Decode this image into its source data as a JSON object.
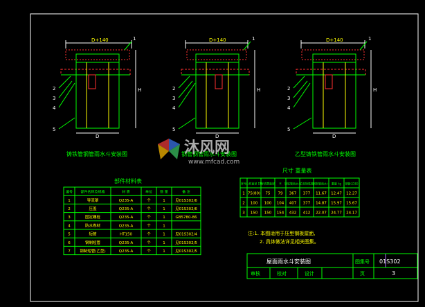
{
  "colors": {
    "background": "#000000",
    "frame": "#ffffff",
    "linework": "#00ff00",
    "green_text": "#00ff00",
    "yellow_text": "#ffff00",
    "dim": "#ffffff",
    "hatch": "#ff3030",
    "titlebox": "#b070ff"
  },
  "drawings": [
    {
      "dim_top": "D+140",
      "dim_bottom": "D",
      "dim_height": "H",
      "callouts": [
        "1",
        "2",
        "3",
        "4",
        "5"
      ],
      "caption": "铸铁管钢管雨水斗安装图"
    },
    {
      "dim_top": "D+140",
      "dim_bottom": "D",
      "dim_height": "H",
      "callouts": [
        "1",
        "2",
        "3",
        "4",
        "5"
      ],
      "caption": "钢管钢管雨水斗安装图"
    },
    {
      "dim_top": "D+140",
      "dim_bottom": "D",
      "dim_height": "H",
      "callouts": [
        "1",
        "2",
        "3",
        "4",
        "5"
      ],
      "caption": "乙型铸铁管雨水斗安装图"
    }
  ],
  "parts_table": {
    "title": "部件材料表",
    "headers": [
      "编号",
      "部件名称及规格",
      "材 质",
      "单位",
      "数 量",
      "备 注"
    ],
    "rows": [
      [
        "1",
        "导流罩",
        "Q235-A",
        "个",
        "1",
        "见01S302/6"
      ],
      [
        "2",
        "压盖",
        "Q235-A",
        "个",
        "1",
        "见01S302/6"
      ],
      [
        "3",
        "固定螺栓",
        "Q235-A",
        "个",
        "1",
        "GB5780-86"
      ],
      [
        "4",
        "防水卷材",
        "Q235-A",
        "个",
        "1",
        ""
      ],
      [
        "5",
        "短管",
        "HT150",
        "个",
        "1",
        "见01S302/4"
      ],
      [
        "6",
        "钢制短管",
        "Q235-A",
        "个",
        "1",
        "见01S302/5"
      ],
      [
        "7",
        "钢制短管(乙型)",
        "Q235-A",
        "个",
        "1",
        "见01S302/5"
      ]
    ]
  },
  "dims_table": {
    "title": "尺寸 重量表",
    "headers": [
      "序号",
      "公称直径 DN",
      "导流罩直径",
      "H",
      "铸铁管雨水斗",
      "乙型铸铁管",
      "钢制管雨水斗",
      "重量 kg",
      "钢管(乙型)"
    ],
    "rows": [
      [
        "1",
        "75(80)",
        "75",
        "79",
        "367",
        "377",
        "11.67",
        "12.47",
        "12.27"
      ],
      [
        "2",
        "100",
        "100",
        "104",
        "407",
        "377",
        "14.87",
        "15.97",
        "15.67"
      ],
      [
        "3",
        "150",
        "150",
        "154",
        "432",
        "412",
        "22.07",
        "24.77",
        "24.17"
      ]
    ]
  },
  "notes": [
    "注:1. 本图适用于压型钢板屋面,",
    "2. 具体做法详见相关图集。"
  ],
  "title_block": {
    "title": "屋面雨水斗安装图",
    "atlas_label": "图集号",
    "atlas_no": "01S302",
    "row2": [
      "审核",
      "校对",
      "设计",
      "页",
      "3"
    ]
  },
  "watermark": {
    "brand": "沐风网",
    "url": "www.mfcad.com"
  }
}
